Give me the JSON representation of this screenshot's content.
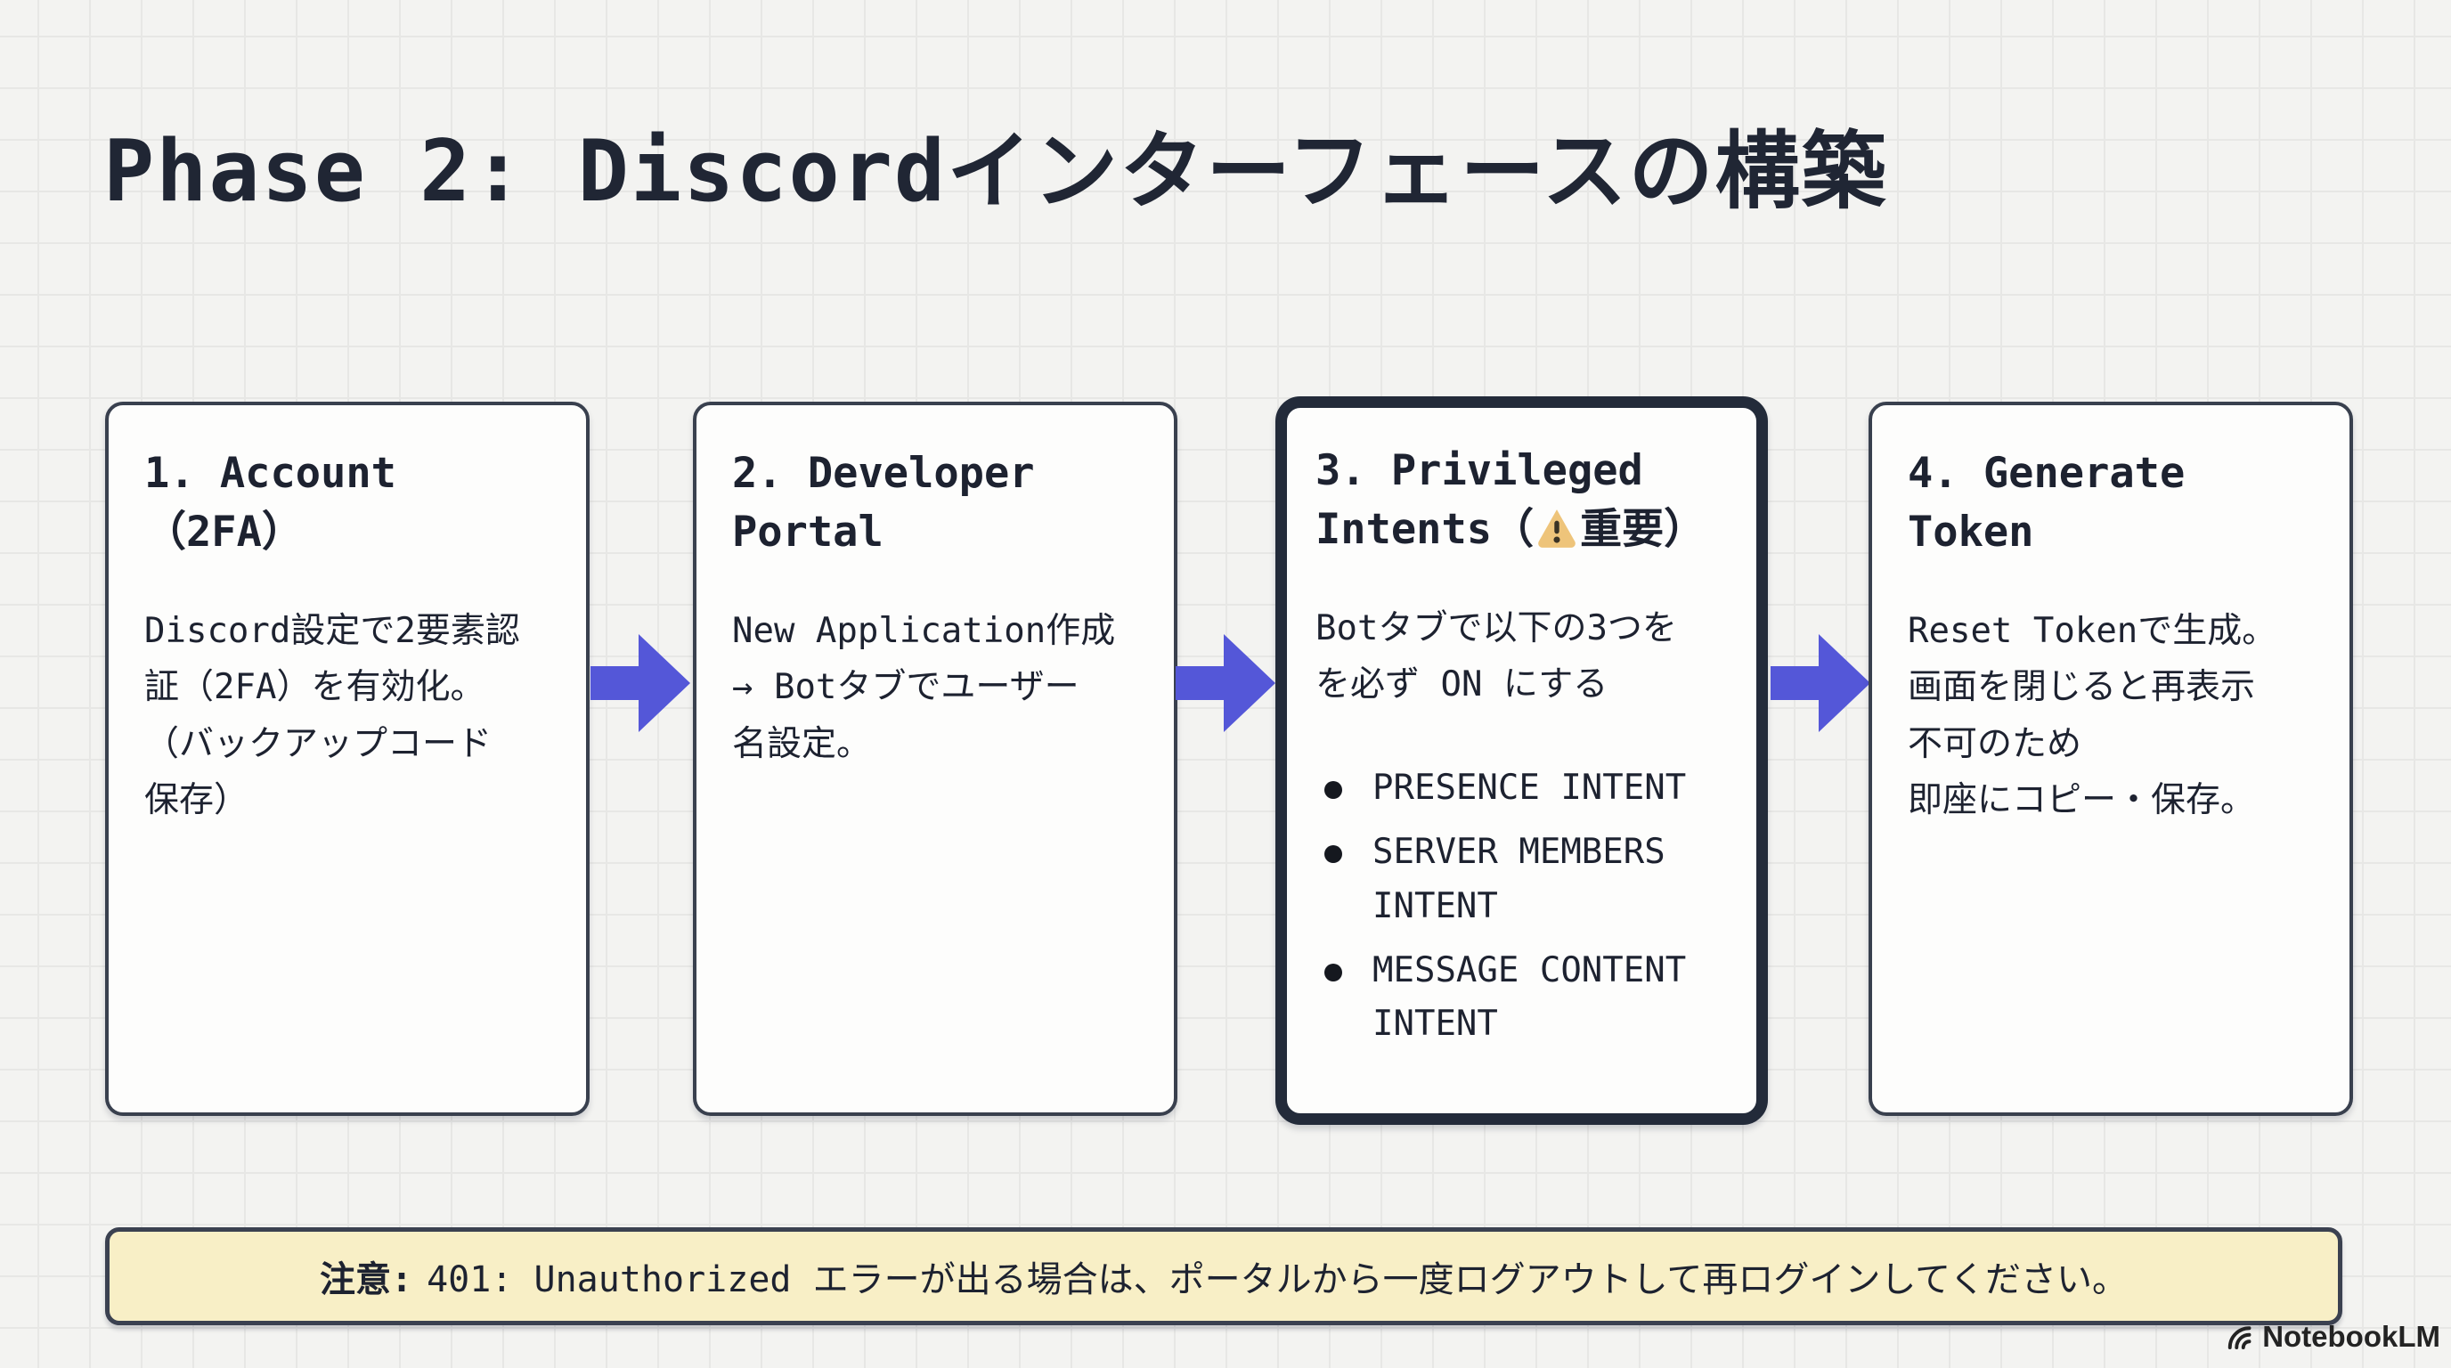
{
  "title": "Phase 2: Discordインターフェースの構築",
  "steps": [
    {
      "title": "1. Account\n（2FA）",
      "body": "Discord設定で2要素認\n証（2FA）を有効化。\n（バックアップコード\n保存）"
    },
    {
      "title": "2. Developer\nPortal",
      "body": "New Application作成\n→ Botタブでユーザー\n名設定。"
    },
    {
      "title_prefix": "3. Privileged\nIntents（",
      "warning_icon": "warning-triangle",
      "title_suffix": "重要）",
      "body": "Botタブで以下の3つを\nを必ず ON にする",
      "bullets": [
        "PRESENCE INTENT",
        "SERVER MEMBERS INTENT",
        "MESSAGE CONTENT INTENT"
      ]
    },
    {
      "title": "4. Generate\nToken",
      "body": "Reset Tokenで生成。\n画面を閉じると再表示\n不可のため\n即座にコピー・保存。"
    }
  ],
  "note": {
    "label": "注意:",
    "text": "401: Unauthorized エラーが出る場合は、ポータルから一度ログアウトして再ログインしてください。"
  },
  "watermark": {
    "label": "NotebookLM"
  },
  "colors": {
    "background": "#f3f3f1",
    "grid_line": "#e7e7e5",
    "card_background": "#fdfdfc",
    "card_border": "#39404e",
    "highlight_card_border": "#232b3a",
    "arrow": "#5457d8",
    "note_background": "#f8efc6",
    "note_border": "#3b4150",
    "text": "#1d2230",
    "warning_triangle_fill": "#eec47a"
  }
}
